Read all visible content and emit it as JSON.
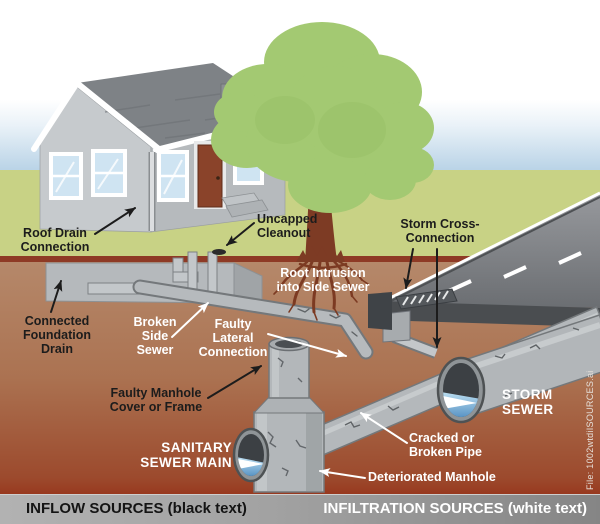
{
  "diagram": {
    "subject": "Inflow and infiltration sources in a sanitary sewer system",
    "labels": {
      "roof_drain": {
        "lines": [
          "Roof Drain",
          "Connection"
        ],
        "category": "inflow"
      },
      "uncapped_cleanout": {
        "lines": [
          "Uncapped",
          "Cleanout"
        ],
        "category": "inflow"
      },
      "storm_cross_connection": {
        "lines": [
          "Storm Cross-",
          "Connection"
        ],
        "category": "inflow"
      },
      "connected_foundation_drain": {
        "lines": [
          "Connected",
          "Foundation",
          "Drain"
        ],
        "category": "inflow"
      },
      "faulty_manhole_cover": {
        "lines": [
          "Faulty Manhole",
          "Cover or Frame"
        ],
        "category": "inflow"
      },
      "root_intrusion": {
        "lines": [
          "Root Intrusion",
          "into Side Sewer"
        ],
        "category": "infiltration"
      },
      "broken_side_sewer": {
        "lines": [
          "Broken",
          "Side",
          "Sewer"
        ],
        "category": "infiltration"
      },
      "faulty_lateral_connection": {
        "lines": [
          "Faulty",
          "Lateral",
          "Connection"
        ],
        "category": "infiltration"
      },
      "cracked_broken_pipe": {
        "lines": [
          "Cracked or",
          "Broken Pipe"
        ],
        "category": "infiltration"
      },
      "deteriorated_manhole": {
        "lines": [
          "Deteriorated Manhole"
        ],
        "category": "infiltration"
      },
      "sanitary_sewer_main": {
        "lines": [
          "SANITARY",
          "SEWER MAIN"
        ]
      },
      "storm_sewer": {
        "lines": [
          "STORM",
          "SEWER"
        ]
      }
    },
    "footer": {
      "inflow_legend": "INFLOW SOURCES (black text)",
      "infiltration_legend": "INFILTRATION SOURCES (white text)"
    },
    "file_note": "File: 1002wtdiISOURCES.ai",
    "colors": {
      "sky_white": "#ffffff",
      "sky_blue": "#b7d2e6",
      "grass": "#c8d285",
      "surface_line": "#8e3a25",
      "soil_top": "#b5886a",
      "soil_bottom": "#9c442a",
      "road_gray": "#84878b",
      "pipe_gray": "#b4b8bb",
      "foliage_green": "#a3c972",
      "trunk_root_brown": "#7d3b24",
      "water_blue": "#4e8cc0",
      "footer_bar_gray": "#9e9e9e",
      "label_black": "#1c1c1c",
      "label_white": "#ffffff"
    }
  }
}
